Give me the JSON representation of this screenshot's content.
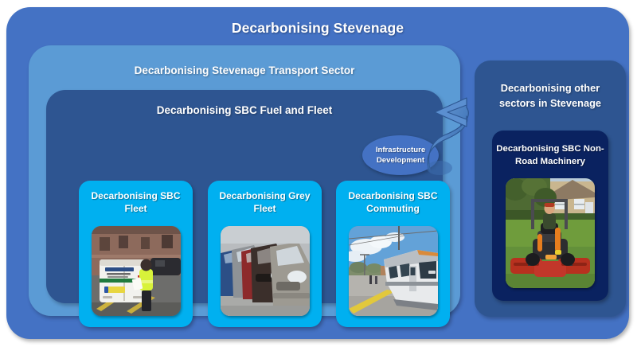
{
  "diagram": {
    "type": "nested-containers",
    "title": "Decarbonising Stevenage",
    "outer": {
      "label": "Decarbonising Stevenage",
      "color": "#4472C4"
    },
    "transport_sector": {
      "label": "Decarbonising Stevenage Transport Sector",
      "color": "#5B9BD5"
    },
    "fuel_and_fleet": {
      "label": "Decarbonising SBC Fuel and Fleet",
      "color": "#2E5591"
    },
    "infrastructure": {
      "line1": "Infrastructure",
      "line2": "Development",
      "color": "#4472C4",
      "arrow_icon": "curved-arrow-icon"
    },
    "leaf_cards": [
      {
        "label": "Decarbonising SBC Fleet",
        "color": "#00B0F0",
        "photo_name": "stevenage-borough-council-van-photo",
        "photo_alt": "White Stevenage Borough Council van in a car park with a worker in a hi-vis vest"
      },
      {
        "label": "Decarbonising Grey Fleet",
        "color": "#00B0F0",
        "photo_name": "row-of-parked-cars-photo",
        "photo_alt": "Row of parked cars of various colours seen head-on"
      },
      {
        "label": "Decarbonising SBC Commuting",
        "color": "#00B0F0",
        "photo_name": "train-at-station-photo",
        "photo_alt": "Modern white and grey passenger train at a station platform"
      }
    ],
    "other_sectors": {
      "label": "Decarbonising other sectors in Stevenage",
      "color": "#2E5591",
      "child": {
        "label": "Decarbonising SBC Non-Road Machinery",
        "color": "#0A2260",
        "photo_name": "ride-on-mower-photo",
        "photo_alt": "Operator driving a red and orange ride-on gang mower on a grass verge in front of houses"
      }
    }
  }
}
